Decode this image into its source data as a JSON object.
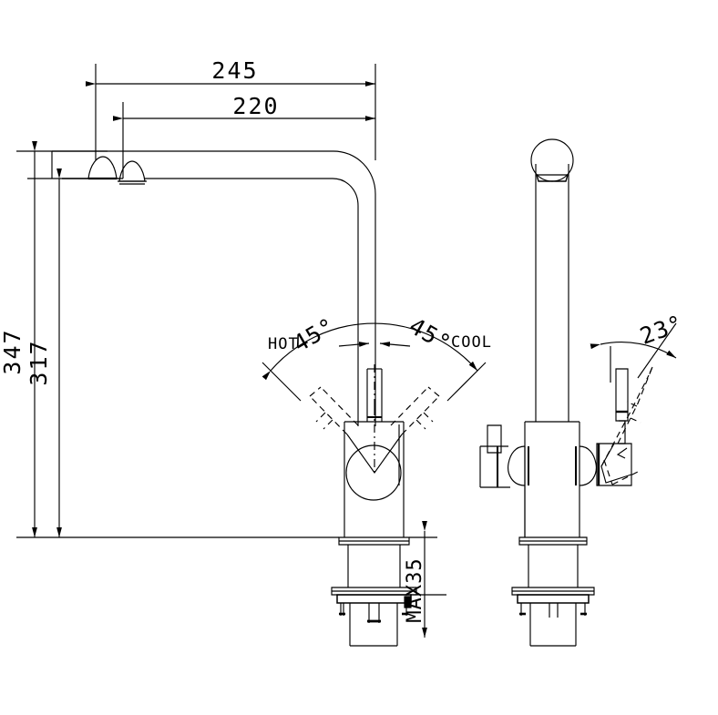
{
  "drawing": {
    "type": "mechanical-technical-drawing",
    "subject": "Kitchen mixer tap / faucet",
    "background_color": "#ffffff",
    "line_color": "#000000",
    "views": [
      {
        "name": "front-elevation",
        "position": "left"
      },
      {
        "name": "side-elevation",
        "position": "right"
      }
    ]
  },
  "dimensions": {
    "horizontal": [
      {
        "id": "spout-reach-total",
        "label": "245",
        "unit": "mm",
        "orientation": "horizontal"
      },
      {
        "id": "spout-reach-inner",
        "label": "220",
        "unit": "mm",
        "orientation": "horizontal"
      }
    ],
    "vertical": [
      {
        "id": "overall-height",
        "label": "347",
        "unit": "mm",
        "orientation": "vertical-rotated"
      },
      {
        "id": "spout-height",
        "label": "317",
        "unit": "mm",
        "orientation": "vertical-rotated"
      }
    ],
    "thickness": [
      {
        "id": "max-deck-thickness",
        "label": "MAX35",
        "unit": "mm",
        "orientation": "vertical-rotated"
      }
    ]
  },
  "annotations": {
    "hot_label": "HOT",
    "hot_angle": "45°",
    "cool_angle": "45°",
    "cool_label": "COOL",
    "side_angle": "23°"
  }
}
